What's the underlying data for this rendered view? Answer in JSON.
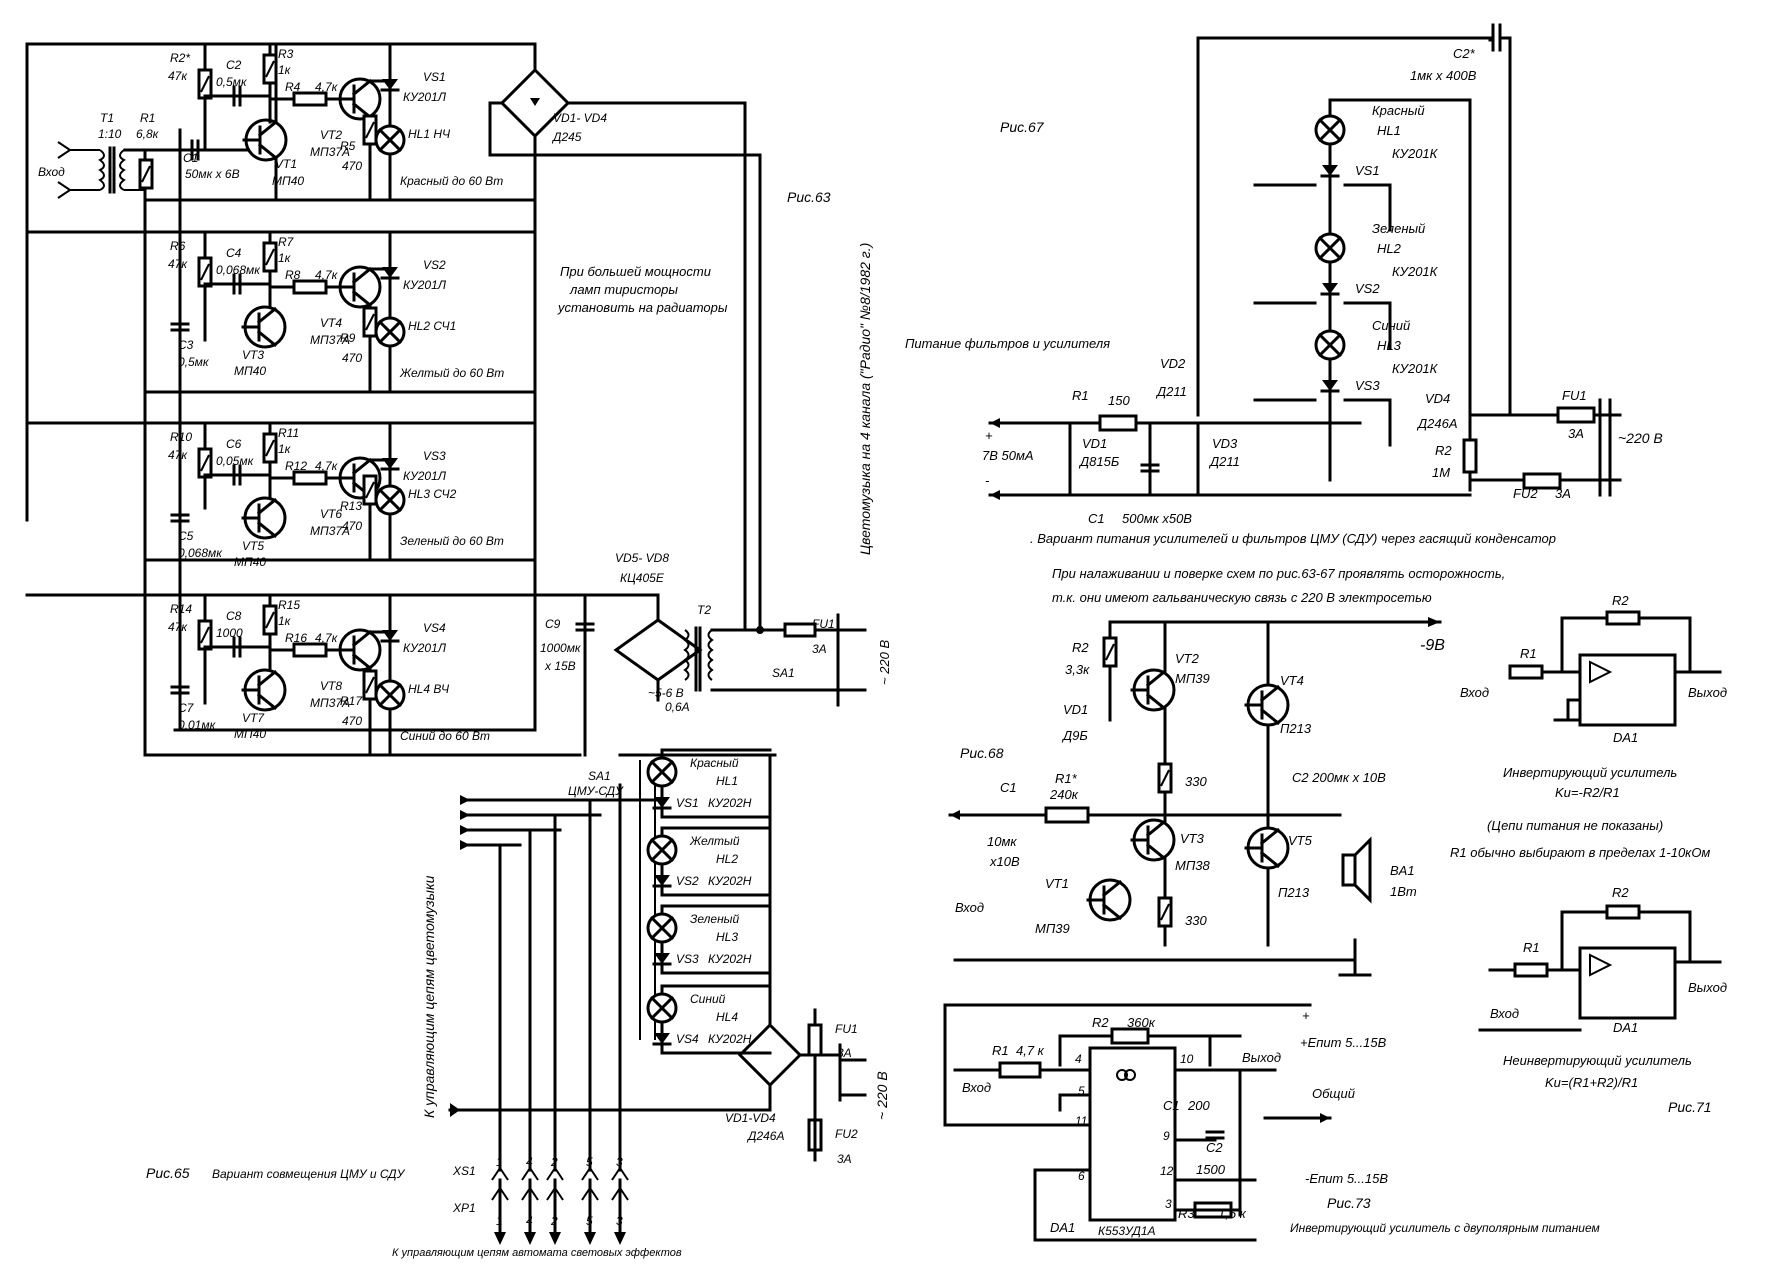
{
  "fig63": {
    "label": "Рис.63",
    "side_title": "Цветомузыка на 4 канала (\"Радио\" №8/1982 г.)",
    "note": [
      "При большей мощности",
      "ламп тиристоры",
      "установить на радиаторы"
    ],
    "input": "Вход",
    "T1": [
      "T1",
      "1:10"
    ],
    "R1": [
      "R1",
      "6,8к"
    ],
    "C1": [
      "C1",
      "50мк х 6В"
    ],
    "VT1": [
      "VT1",
      "МП40"
    ],
    "bridge": [
      "VD1- VD4",
      "Д245"
    ],
    "channels": [
      {
        "r_top": [
          "R2*",
          "47к"
        ],
        "c_par": [
          "C2",
          "0,5мк"
        ],
        "r_coll": [
          "R3",
          "1к"
        ],
        "pot": [
          "R4",
          "4,7к"
        ],
        "vt2": [
          "VT2",
          "МП37А"
        ],
        "vs": [
          "VS1",
          "КУ201Л"
        ],
        "hl": "HL1 НЧ",
        "r_em": [
          "R5",
          "470"
        ],
        "lamp_note": "Красный до 60 Вт"
      },
      {
        "r_top": [
          "R6",
          "47к"
        ],
        "c_par": [
          "C4",
          "0,068мк"
        ],
        "r_coll": [
          "R7",
          "1к"
        ],
        "pot": [
          "R8",
          "4,7к"
        ],
        "vt2": [
          "VT4",
          "МП37А"
        ],
        "vs": [
          "VS2",
          "КУ201Л"
        ],
        "hl": "HL2 СЧ1",
        "r_em": [
          "R9",
          "470"
        ],
        "lamp_note": "Желтый до 60 Вт",
        "c_in": [
          "C3",
          "0,5мк"
        ],
        "vt1": [
          "VT3",
          "МП40"
        ]
      },
      {
        "r_top": [
          "R10",
          "47к"
        ],
        "c_par": [
          "C6",
          "0,05мк"
        ],
        "r_coll": [
          "R11",
          "1к"
        ],
        "pot": [
          "R12",
          "4,7к"
        ],
        "vt2": [
          "VT6",
          "МП37А"
        ],
        "vs": [
          "VS3",
          "КУ201Л"
        ],
        "hl": "HL3 СЧ2",
        "r_em": [
          "R13",
          "470"
        ],
        "lamp_note": "Зеленый до 60 Вт",
        "c_in": [
          "C5",
          "0,068мк"
        ],
        "vt1": [
          "VT5",
          "МП40"
        ]
      },
      {
        "r_top": [
          "R14",
          "47к"
        ],
        "c_par": [
          "C8",
          "1000"
        ],
        "r_coll": [
          "R15",
          "1к"
        ],
        "pot": [
          "R16",
          "4,7к"
        ],
        "vt2": [
          "VT8",
          "МП37А"
        ],
        "vs": [
          "VS4",
          "КУ201Л"
        ],
        "hl": "HL4 ВЧ",
        "r_em": [
          "R17",
          "470"
        ],
        "lamp_note": "Синий до 60 Вт",
        "c_in": [
          "C7",
          "0,01мк"
        ],
        "vt1": [
          "VT7",
          "МП40"
        ]
      }
    ],
    "C9": [
      "C9",
      "1000мк",
      "х 15В"
    ],
    "bridge2": [
      "VD5- VD8",
      "КЦ405Е"
    ],
    "T2": "T2",
    "secondary": [
      "~5-6 В",
      "0,6А"
    ],
    "FU1": [
      "FU1",
      "3А"
    ],
    "SA1": "SA1",
    "mains": "~ 220 В"
  },
  "fig65": {
    "label": "Рис.65",
    "caption": "Вариант совмещения ЦМУ и СДУ",
    "sa1": [
      "SA1",
      "ЦМУ-СДУ"
    ],
    "side_label": "К управляющим цепям цветомузыки",
    "bottom_label": "К управляющим цепям автомата световых эффектов",
    "lamps": [
      {
        "color": "Красный",
        "hl": "HL1",
        "vs": "VS1",
        "type": "КУ202Н"
      },
      {
        "color": "Желтый",
        "hl": "HL2",
        "vs": "VS2",
        "type": "КУ202Н"
      },
      {
        "color": "Зеленый",
        "hl": "HL3",
        "vs": "VS3",
        "type": "КУ202Н"
      },
      {
        "color": "Синий",
        "hl": "HL4",
        "vs": "VS4",
        "type": "КУ202Н"
      }
    ],
    "bridge": [
      "VD1-VD4",
      "Д246А"
    ],
    "fu1": [
      "FU1",
      "3А"
    ],
    "fu2": [
      "FU2",
      "3А"
    ],
    "mains": "~ 220 В",
    "xs1": "XS1",
    "xp1": "XP1",
    "pins": [
      "1",
      "4",
      "2",
      "5",
      "3"
    ]
  },
  "fig67": {
    "label": "Рис.67",
    "c2": [
      "C2*",
      "1мк х 400В"
    ],
    "lamps": [
      {
        "color": "Красный",
        "hl": "HL1",
        "vs": "VS1",
        "type": "КУ201К"
      },
      {
        "color": "Зеленый",
        "hl": "HL2",
        "vs": "VS2",
        "type": "КУ201К"
      },
      {
        "color": "Синий",
        "hl": "HL3",
        "vs": "VS3",
        "type": "КУ201К"
      }
    ],
    "supply_title": "Питание фильтров и усилителя",
    "vd2": [
      "VD2",
      "Д211"
    ],
    "r1": [
      "R1",
      "150"
    ],
    "vd1": [
      "VD1",
      "Д815Б"
    ],
    "vd3": [
      "VD3",
      "Д211"
    ],
    "out": [
      "+",
      "7В 50мА",
      "-"
    ],
    "vd4": [
      "VD4",
      "Д246А"
    ],
    "r2": [
      "R2",
      "1М"
    ],
    "fu1": [
      "FU1",
      "3А"
    ],
    "fu2": [
      "FU2",
      "3А"
    ],
    "mains": "~220 В",
    "c1": [
      "C1",
      "500мк х50В"
    ],
    "caption": ". Вариант питания усилителей и фильтров  ЦМУ (СДУ) через гасящий конденсатор",
    "warning": [
      "При налаживании и поверке схем по рис.63-67 проявлять осторожность,",
      "т.к. они имеют гальваническую связь с 220 В электросетью"
    ]
  },
  "fig68": {
    "label": "Рис.68",
    "supply": "-9В",
    "r2": [
      "R2",
      "3,3к"
    ],
    "vd1": [
      "VD1",
      "Д9Б"
    ],
    "vt2": [
      "VT2",
      "МП39"
    ],
    "vt4": [
      "VT4",
      "П213"
    ],
    "r330a": "330",
    "r330b": "330",
    "c1": [
      "C1",
      "10мк",
      "х10В"
    ],
    "r1": [
      "R1*",
      "240к"
    ],
    "vt3": [
      "VT3",
      "МП38"
    ],
    "vt5": [
      "VT5",
      "П213"
    ],
    "c2": "C2  200мк х 10В",
    "ba1": [
      "BA1",
      "1Вт"
    ],
    "vt1": [
      "VT1",
      "МП39"
    ],
    "input": "Вход"
  },
  "fig71": {
    "label": "Рис.71",
    "inv": {
      "r2": "R2",
      "r1": "R1",
      "input": "Вход",
      "output": "Выход",
      "da": "DA1",
      "title": "Инвертирующий усилитель",
      "formula": "Ku=-R2/R1"
    },
    "notes": [
      "(Цепи питания не показаны)",
      "R1 обычно выбирают в пределах 1-10кОм"
    ],
    "noninv": {
      "r2": "R2",
      "r1": "R1",
      "input": "Вход",
      "output": "Выход",
      "da": "DA1",
      "title": "Неинвертирующий усилитель",
      "formula": "Ku=(R1+R2)/R1"
    }
  },
  "fig73": {
    "label": "Рис.73",
    "r2": [
      "R2",
      "360к"
    ],
    "r1": [
      "R1",
      "4,7 к"
    ],
    "input": "Вход",
    "output": "Выход",
    "plus": "+",
    "vplus": "+Епит 5...15В",
    "common": "Общий",
    "vminus": "-Епит 5...15В",
    "c1": [
      "C1",
      "200"
    ],
    "c2": [
      "C2",
      "1500"
    ],
    "r3": [
      "R3",
      "1,5 к"
    ],
    "pins": [
      "4",
      "10",
      "5",
      "11",
      "9",
      "6",
      "12",
      "3"
    ],
    "da": [
      "DA1",
      "К553УД1А"
    ],
    "caption": "Инвертирующий усилитель  с двуполярным питанием"
  }
}
